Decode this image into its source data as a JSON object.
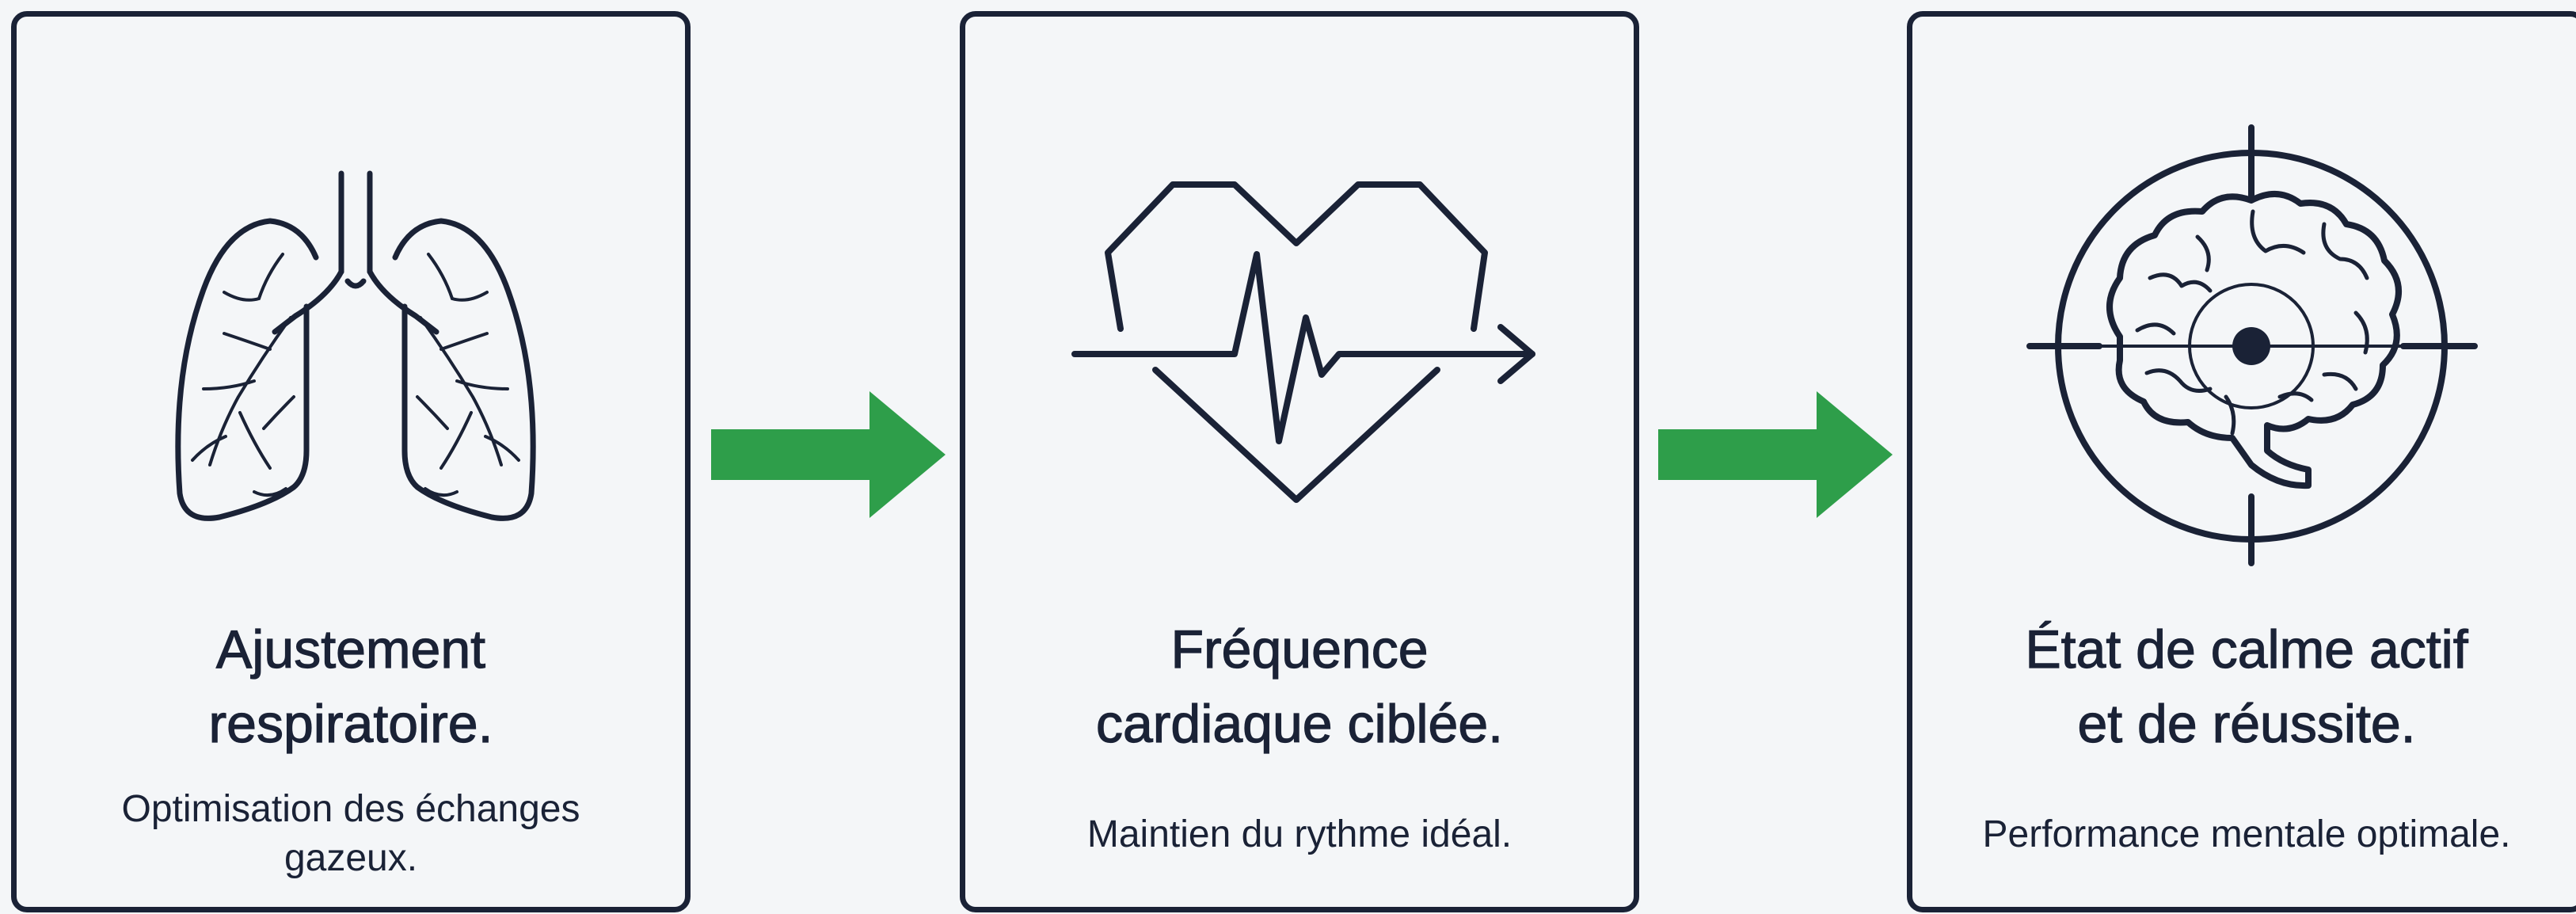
{
  "accent_color": "#2e9e4a",
  "stroke_color": "#1a2236",
  "steps": [
    {
      "icon": "lungs-icon",
      "title_line1": "Ajustement",
      "title_line2": "respiratoire.",
      "subtitle_line1": "Optimisation des échanges",
      "subtitle_line2": "gazeux."
    },
    {
      "icon": "heart-pulse-icon",
      "title_line1": "Fréquence",
      "title_line2": "cardiaque ciblée.",
      "subtitle_line1": "Maintien du rythme idéal."
    },
    {
      "icon": "brain-target-icon",
      "title_line1": "État de calme actif",
      "title_line2": "et de réussite.",
      "subtitle_line1": "Performance mentale optimale."
    }
  ],
  "connectors": [
    "arrow-right-icon",
    "arrow-right-icon"
  ]
}
